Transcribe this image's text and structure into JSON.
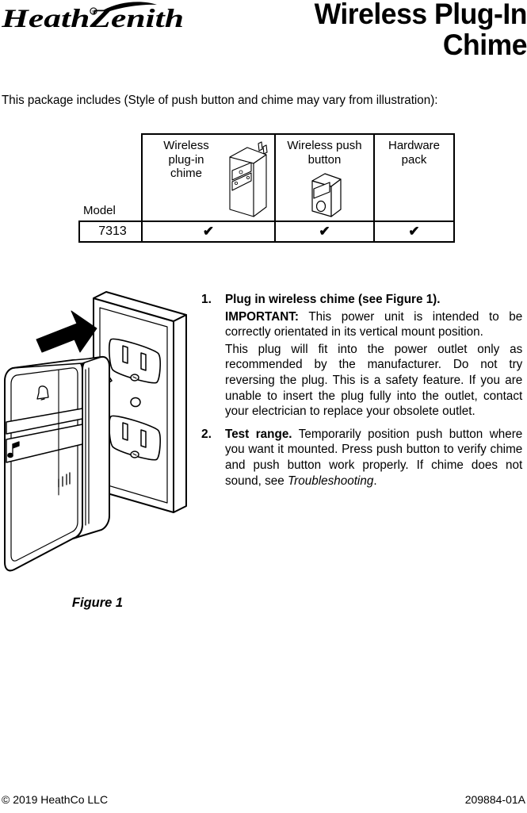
{
  "header": {
    "brand_logo_text": "HeathZenith",
    "brand_logo_mark": "registered-trademark",
    "product_title_line1": "Wireless Plug-In",
    "product_title_line2": "Chime"
  },
  "intro": {
    "text": "This package includes (Style of push button and chime may vary from illustration):"
  },
  "includes_table": {
    "columns": [
      {
        "key": "model",
        "label": "Model"
      },
      {
        "key": "chime",
        "label": "Wireless plug-in chime",
        "label_lines": [
          "Wireless",
          "plug-in",
          "chime"
        ],
        "art": "wireless-plug-in-chime-illustration"
      },
      {
        "key": "push_button",
        "label": "Wireless push button",
        "label_lines": [
          "Wireless push",
          "button"
        ],
        "art": "wireless-push-button-illustration"
      },
      {
        "key": "hardware",
        "label": "Hardware pack",
        "label_lines": [
          "Hardware",
          "pack"
        ],
        "art": null
      }
    ],
    "rows": [
      {
        "model": "7313",
        "chime": "✔",
        "push_button": "✔",
        "hardware": "✔"
      }
    ]
  },
  "figure": {
    "caption": "Figure 1",
    "art_name": "plug-in-chime-into-wall-outlet-illustration",
    "elements": [
      "wall-outlet-plate",
      "duplex-receptacle-upper",
      "duplex-receptacle-lower",
      "plug-in-chime-body",
      "chime-prongs",
      "insertion-arrow",
      "bell-icon-on-chime",
      "music-note-icon-on-chime",
      "volume-icon-on-chime"
    ]
  },
  "steps": [
    {
      "number": "1.",
      "lead": "Plug in wireless chime (see Figure 1).",
      "paragraphs": [
        {
          "bold_prefix": "IMPORTANT:",
          "text": " This power unit is intended to be correctly orientated in its vertical mount position."
        },
        {
          "bold_prefix": "",
          "text": "This plug will fit into the power outlet only as recommended by the manufacturer. Do not try reversing the plug. This is a safety feature. If you are unable to insert the plug fully into the outlet, contact your electrician to replace your obsolete outlet."
        }
      ]
    },
    {
      "number": "2.",
      "lead": "",
      "paragraphs": [
        {
          "bold_prefix": "Test range.",
          "text": " Temporarily position push button where you want it mounted. Press push button to verify chime and push button work properly. If chime does not sound, see ",
          "italic_suffix": "Troubleshooting",
          "tail": "."
        }
      ]
    }
  ],
  "footer": {
    "copyright": "© 2019 HeathCo LLC",
    "doc_number": "209884-01A"
  },
  "colors": {
    "ink": "#000000",
    "paper": "#ffffff"
  }
}
